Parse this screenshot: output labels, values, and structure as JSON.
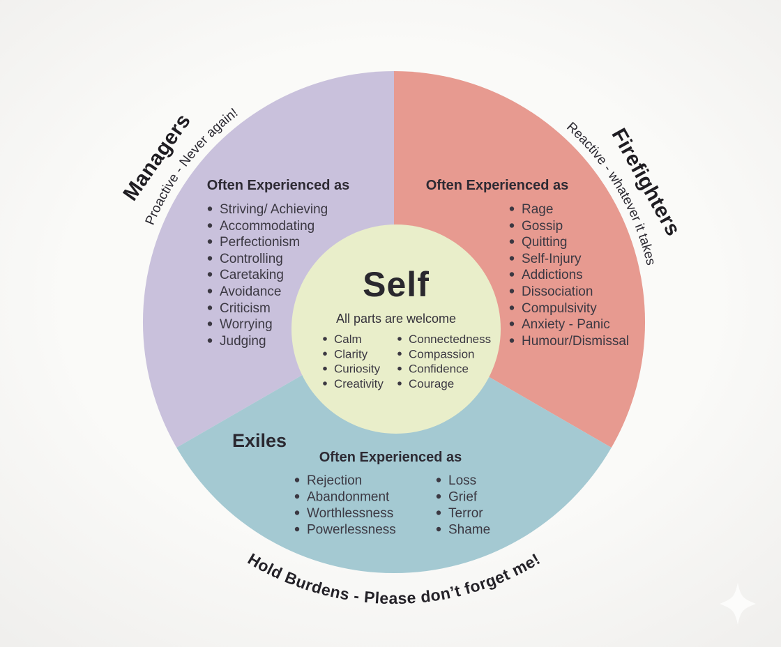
{
  "colors": {
    "managers": "#c9c1dc",
    "firefighters": "#e79a90",
    "exiles": "#a4c9d2",
    "self": "#e9eeca",
    "background": "#f6f6f4"
  },
  "managers": {
    "label": "Managers",
    "tagline": "Proactive - Never again!",
    "heading": "Often Experienced as",
    "items": [
      "Striving/ Achieving",
      "Accommodating",
      "Perfectionism",
      "Controlling",
      "Caretaking",
      "Avoidance",
      "Criticism",
      "Worrying",
      "Judging"
    ]
  },
  "firefighters": {
    "label": "Firefighters",
    "tagline": "Reactive - whatever it takes",
    "heading": "Often Experienced as",
    "items": [
      "Rage",
      "Gossip",
      "Quitting",
      "Self-Injury",
      "Addictions",
      "Dissociation",
      "Compulsivity",
      "Anxiety - Panic",
      "Humour/Dismissal"
    ]
  },
  "exiles": {
    "label": "Exiles",
    "tagline": "Hold Burdens - Please don’t forget me!",
    "heading": "Often Experienced as",
    "items_left": [
      "Rejection",
      "Abandonment",
      "Worthlessness",
      "Powerlessness"
    ],
    "items_right": [
      "Loss",
      "Grief",
      "Terror",
      "Shame"
    ]
  },
  "self": {
    "label": "Self",
    "subtitle": "All parts are welcome",
    "items_left": [
      "Calm",
      "Clarity",
      "Curiosity",
      "Creativity"
    ],
    "items_right": [
      "Connectedness",
      "Compassion",
      "Confidence",
      "Courage"
    ]
  }
}
